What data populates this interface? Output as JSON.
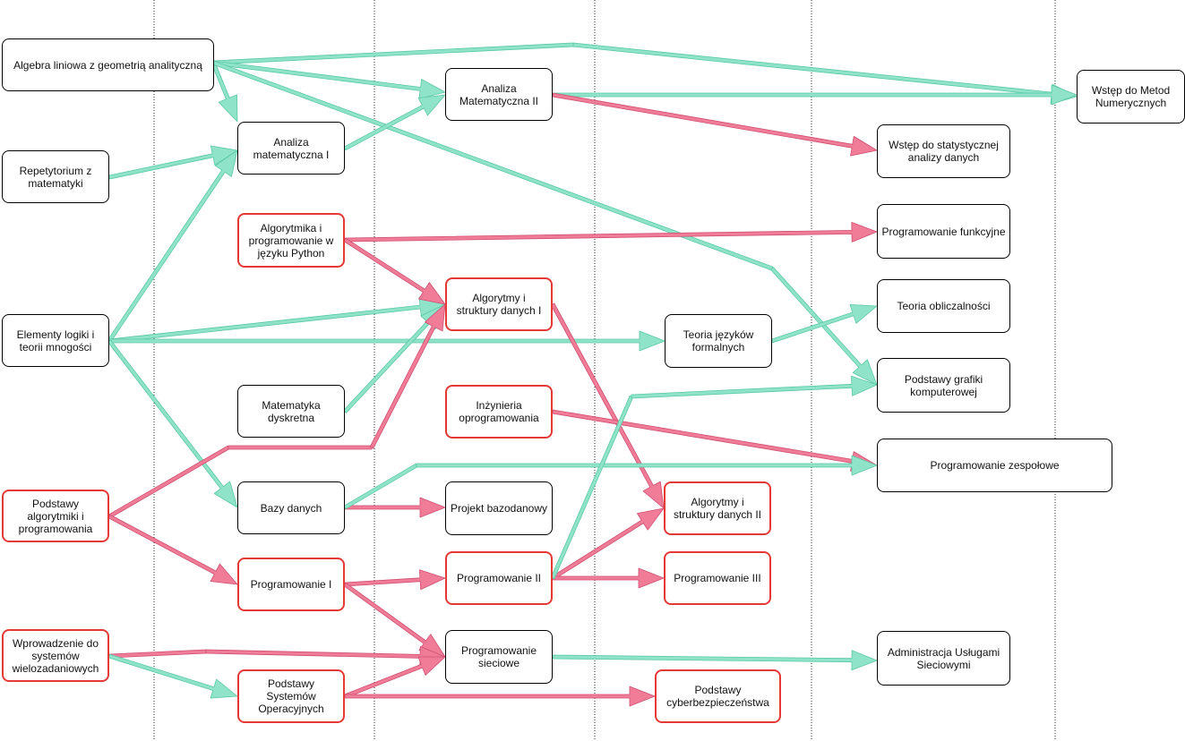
{
  "colors": {
    "prerequisite": "#8fe3c8",
    "prerequisite_stroke": "#5cc9a5",
    "required": "#f07c98",
    "required_stroke": "#cf4f71",
    "required_border": "#e53935",
    "normal_border": "#000000"
  },
  "nodes": [
    {
      "id": "alg",
      "label": "Algebra liniowa z geometrią analityczną",
      "style": "normal"
    },
    {
      "id": "rep",
      "label": "Repetytorium z matematyki",
      "style": "normal"
    },
    {
      "id": "elem",
      "label": "Elementy logiki i teorii mnogości",
      "style": "normal"
    },
    {
      "id": "pap",
      "label": "Podstawy algorytmiki i programowania",
      "style": "required"
    },
    {
      "id": "wpr",
      "label": "Wprowadzenie do systemów wielozadaniowych",
      "style": "required"
    },
    {
      "id": "am1",
      "label": "Analiza matematyczna I",
      "style": "normal"
    },
    {
      "id": "apy",
      "label": "Algorytmika i programowanie w języku Python",
      "style": "required"
    },
    {
      "id": "mdy",
      "label": "Matematyka dyskretna",
      "style": "normal"
    },
    {
      "id": "bd",
      "label": "Bazy danych",
      "style": "normal"
    },
    {
      "id": "p1",
      "label": "Programowanie I",
      "style": "required"
    },
    {
      "id": "pso",
      "label": "Podstawy Systemów Operacyjnych",
      "style": "required"
    },
    {
      "id": "am2",
      "label": "Analiza Matematyczna II",
      "style": "normal"
    },
    {
      "id": "asd1",
      "label": "Algorytmy i struktury danych I",
      "style": "required"
    },
    {
      "id": "io",
      "label": "Inżynieria oprogramowania",
      "style": "required"
    },
    {
      "id": "pbd",
      "label": "Projekt bazodanowy",
      "style": "normal"
    },
    {
      "id": "p2",
      "label": "Programowanie II",
      "style": "required"
    },
    {
      "id": "psi",
      "label": "Programowanie sieciowe",
      "style": "normal"
    },
    {
      "id": "tjf",
      "label": "Teoria języków formalnych",
      "style": "normal"
    },
    {
      "id": "asd2",
      "label": "Algorytmy i struktury danych II",
      "style": "required"
    },
    {
      "id": "p3",
      "label": "Programowanie III",
      "style": "required"
    },
    {
      "id": "pcb",
      "label": "Podstawy cyberbezpieczeństwa",
      "style": "required"
    },
    {
      "id": "wmn",
      "label": "Wstęp do Metod Numerycznych",
      "style": "normal"
    },
    {
      "id": "wsa",
      "label": "Wstęp do statystycznej analizy danych",
      "style": "normal"
    },
    {
      "id": "pfu",
      "label": "Programowanie funkcyjne",
      "style": "normal"
    },
    {
      "id": "tob",
      "label": "Teoria obliczalności",
      "style": "normal"
    },
    {
      "id": "pgk",
      "label": "Podstawy grafiki komputerowej",
      "style": "normal"
    },
    {
      "id": "pze",
      "label": "Programowanie zespołowe",
      "style": "normal"
    },
    {
      "id": "aus",
      "label": "Administracja Usługami Sieciowymi",
      "style": "normal"
    }
  ],
  "edges": [
    {
      "from": "alg",
      "to": "wmn",
      "kind": "prerequisite"
    },
    {
      "from": "alg",
      "to": "am2",
      "kind": "prerequisite"
    },
    {
      "from": "alg",
      "to": "am1",
      "kind": "prerequisite"
    },
    {
      "from": "alg",
      "to": "pgk",
      "kind": "prerequisite"
    },
    {
      "from": "am2",
      "to": "wmn",
      "kind": "prerequisite"
    },
    {
      "from": "am2",
      "to": "wsa",
      "kind": "required"
    },
    {
      "from": "rep",
      "to": "am1",
      "kind": "prerequisite"
    },
    {
      "from": "am1",
      "to": "am2",
      "kind": "prerequisite"
    },
    {
      "from": "elem",
      "to": "am1",
      "kind": "prerequisite"
    },
    {
      "from": "elem",
      "to": "asd1",
      "kind": "prerequisite"
    },
    {
      "from": "elem",
      "to": "tjf",
      "kind": "prerequisite"
    },
    {
      "from": "elem",
      "to": "bd",
      "kind": "prerequisite"
    },
    {
      "from": "apy",
      "to": "pfu",
      "kind": "required"
    },
    {
      "from": "apy",
      "to": "asd1",
      "kind": "required"
    },
    {
      "from": "mdy",
      "to": "asd1",
      "kind": "prerequisite"
    },
    {
      "from": "asd1",
      "to": "asd2",
      "kind": "required"
    },
    {
      "from": "tjf",
      "to": "tob",
      "kind": "prerequisite"
    },
    {
      "from": "io",
      "to": "pze",
      "kind": "required"
    },
    {
      "from": "pap",
      "to": "asd1",
      "kind": "required"
    },
    {
      "from": "pap",
      "to": "p1",
      "kind": "required"
    },
    {
      "from": "bd",
      "to": "pbd",
      "kind": "required"
    },
    {
      "from": "bd",
      "to": "pze",
      "kind": "prerequisite"
    },
    {
      "from": "p1",
      "to": "p2",
      "kind": "required"
    },
    {
      "from": "p1",
      "to": "psi",
      "kind": "required"
    },
    {
      "from": "p2",
      "to": "asd2",
      "kind": "required"
    },
    {
      "from": "p2",
      "to": "p3",
      "kind": "required"
    },
    {
      "from": "p2",
      "to": "pgk",
      "kind": "prerequisite"
    },
    {
      "from": "wpr",
      "to": "psi",
      "kind": "required"
    },
    {
      "from": "wpr",
      "to": "pso",
      "kind": "prerequisite"
    },
    {
      "from": "pso",
      "to": "psi",
      "kind": "required"
    },
    {
      "from": "pso",
      "to": "pcb",
      "kind": "required"
    },
    {
      "from": "psi",
      "to": "aus",
      "kind": "prerequisite"
    }
  ]
}
